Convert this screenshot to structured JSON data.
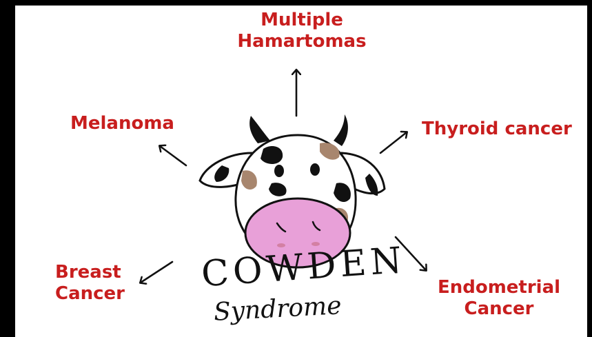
{
  "labels": {
    "top_line1": "Multiple",
    "top_line2": "Hamartomas",
    "left_upper": "Melanoma",
    "right_upper": "Thyroid cancer",
    "left_lower_line1": "Breast",
    "left_lower_line2": "Cancer",
    "right_lower_line1": "Endometrial",
    "right_lower_line2": "Cancer"
  },
  "title": {
    "main": "COWDEN",
    "sub": "Syndrome"
  },
  "colors": {
    "label_red": "#c81e1e",
    "muzzle_pink": "#e8a0d8",
    "spot_brown": "#a8866e",
    "outline": "#111111"
  },
  "icons": [
    "cow-face-icon",
    "arrow-icon"
  ]
}
